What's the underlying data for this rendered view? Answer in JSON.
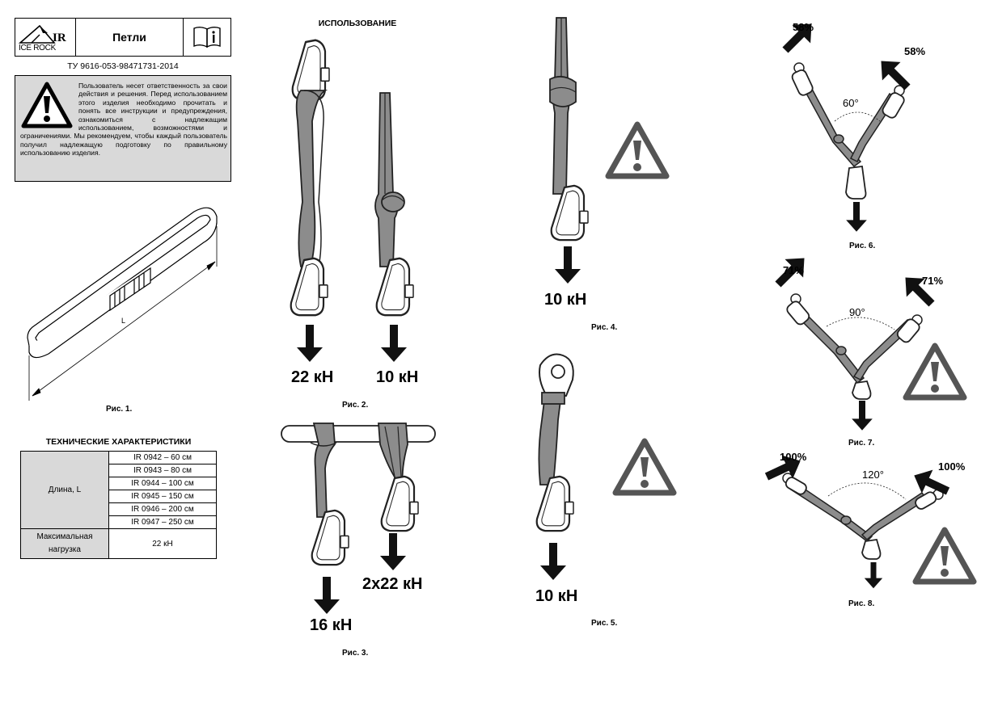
{
  "header": {
    "logo_text": "ICE ROCK",
    "logo_mark": "IR",
    "title": "Петли",
    "manual_icon": "book-info-icon"
  },
  "spec_code": "ТУ 9616-053-98471731-2014",
  "warning": {
    "icon": "warning-triangle-icon",
    "text": "Пользователь несет ответственность за свои действия и решения. Перед использованием этого изделия необходимо прочитать и понять все инструкции и предупреждения, ознакомиться с надлежащим использованием, возможностями и ограничениями. Мы рекомендуем, чтобы каждый пользователь получил надлежащую подготовку по правильному использованию изделия."
  },
  "figure1": {
    "dimension_label": "L",
    "caption": "Рис. 1."
  },
  "specs": {
    "title": "ТЕХНИЧЕСКИЕ ХАРАКТЕРИСТИКИ",
    "length_label": "Длина, L",
    "lengths": [
      "IR 0942 – 60 см",
      "IR 0943 – 80 см",
      "IR 0944 – 100 см",
      "IR 0945 – 150 см",
      "IR 0946 – 200 см",
      "IR 0947 – 250 см"
    ],
    "max_load_label_1": "Максимальная",
    "max_load_label_2": "нагрузка",
    "max_load_value": "22 кН"
  },
  "usage_title": "ИСПОЛЬЗОВАНИЕ",
  "fig2": {
    "force_a": "22 кН",
    "force_b": "10 кН",
    "caption": "Рис. 2."
  },
  "fig3": {
    "force_a": "16 кН",
    "force_b": "2х22 кН",
    "caption": "Рис. 3."
  },
  "fig4": {
    "force": "10 кН",
    "caption": "Рис. 4."
  },
  "fig5": {
    "force": "10 кН",
    "caption": "Рис. 5."
  },
  "fig6": {
    "left": "58%",
    "right": "58%",
    "angle": "60°",
    "caption": "Рис. 6."
  },
  "fig7": {
    "left": "71%",
    "right": "71%",
    "angle": "90°",
    "caption": "Рис. 7."
  },
  "fig8": {
    "left": "100%",
    "right": "100%",
    "angle": "120°",
    "caption": "Рис. 8."
  },
  "colors": {
    "sling": "#8c8c8c",
    "panel": "#d9d9d9",
    "warning": "#555555"
  }
}
